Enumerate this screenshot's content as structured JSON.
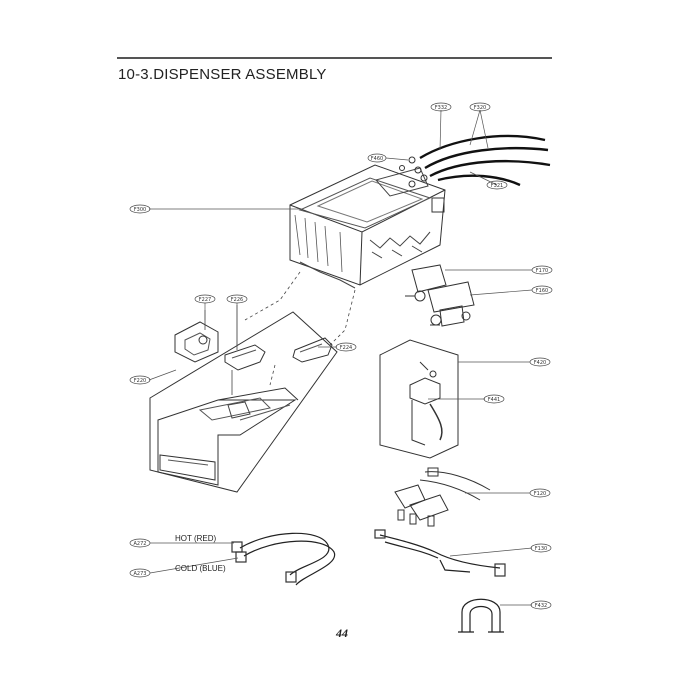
{
  "page": {
    "title": "10-3.DISPENSER ASSEMBLY",
    "page_number": "44"
  },
  "callouts": [
    {
      "id": "c-f332",
      "text": "F332"
    },
    {
      "id": "c-f320",
      "text": "F320"
    },
    {
      "id": "c-f460",
      "text": "F460"
    },
    {
      "id": "c-f321",
      "text": "F321"
    },
    {
      "id": "c-f300",
      "text": "F300"
    },
    {
      "id": "c-f170",
      "text": "F170"
    },
    {
      "id": "c-f160",
      "text": "F160"
    },
    {
      "id": "c-f227",
      "text": "F227"
    },
    {
      "id": "c-f226",
      "text": "F226"
    },
    {
      "id": "c-f224",
      "text": "F224"
    },
    {
      "id": "c-f220",
      "text": "F220"
    },
    {
      "id": "c-f420",
      "text": "F420"
    },
    {
      "id": "c-f441",
      "text": "F441"
    },
    {
      "id": "c-f120",
      "text": "F120"
    },
    {
      "id": "c-f130",
      "text": "F130"
    },
    {
      "id": "c-f432",
      "text": "F432"
    },
    {
      "id": "c-a272",
      "text": "A272"
    },
    {
      "id": "c-a273",
      "text": "A273"
    }
  ],
  "hose_labels": {
    "hot": "HOT (RED)",
    "cold": "COLD (BLUE)"
  }
}
